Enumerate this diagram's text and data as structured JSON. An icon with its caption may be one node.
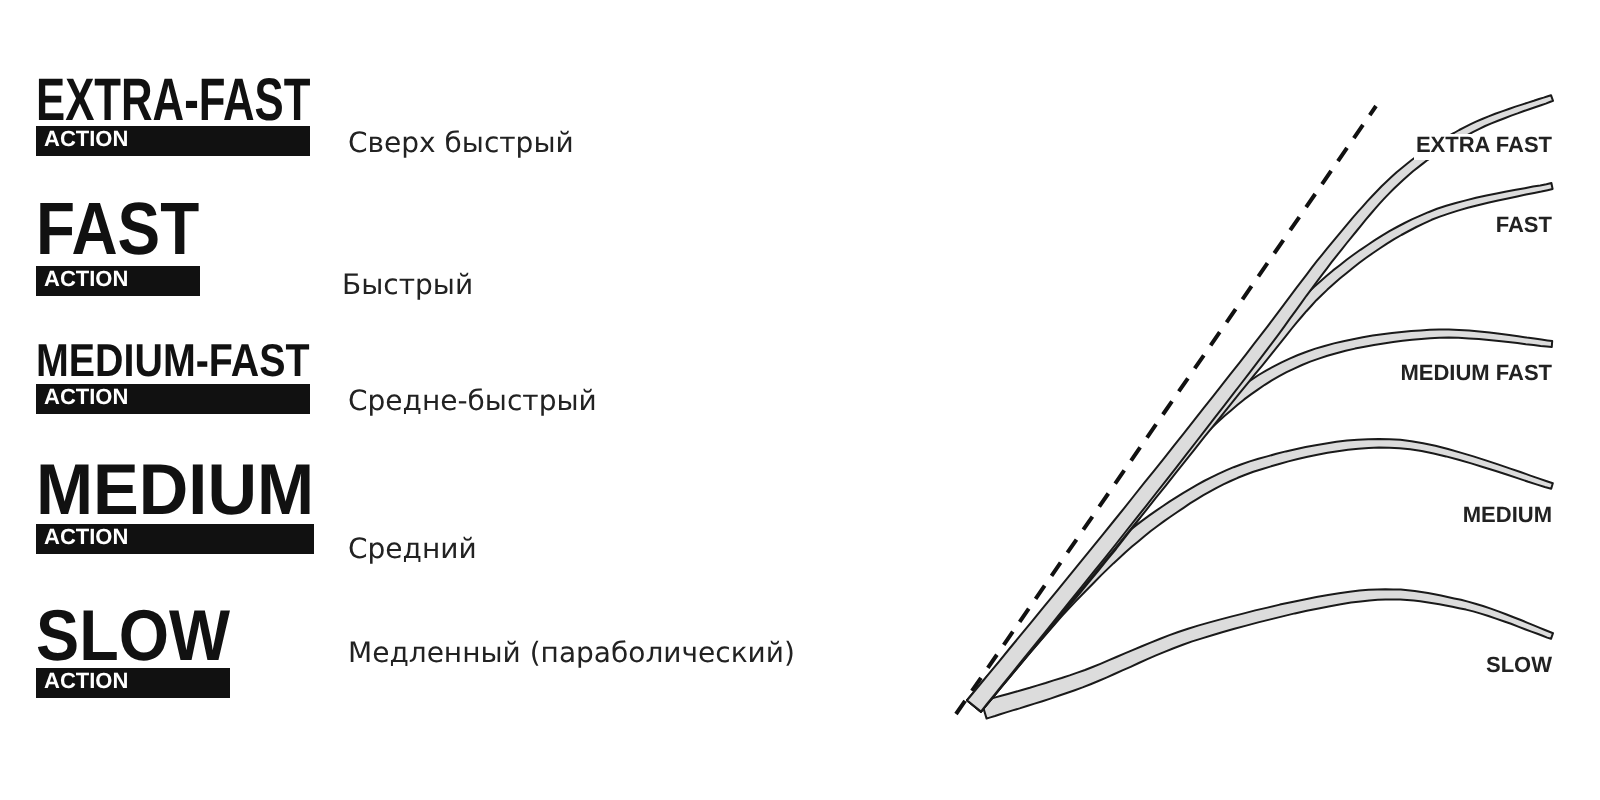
{
  "diagram": {
    "nodes": [
      {
        "text": [
          "EXTRA-FAST",
          "ACTION"
        ]
      },
      {
        "text": [
          "FAST",
          "ACTION"
        ]
      },
      {
        "text": [
          "MEDIUM-FAST",
          "ACTION"
        ]
      },
      {
        "text": [
          "MEDIUM",
          "ACTION"
        ]
      },
      {
        "text": [
          "SLOW",
          "ACTION"
        ]
      }
    ],
    "labels": [
      "Сверх быстрый",
      "Быстрый",
      "Средне-быстрый",
      "Средний",
      "Медленный (параболический)",
      "EXTRA FAST",
      "FAST",
      "MEDIUM FAST",
      "MEDIUM",
      "SLOW"
    ]
  }
}
